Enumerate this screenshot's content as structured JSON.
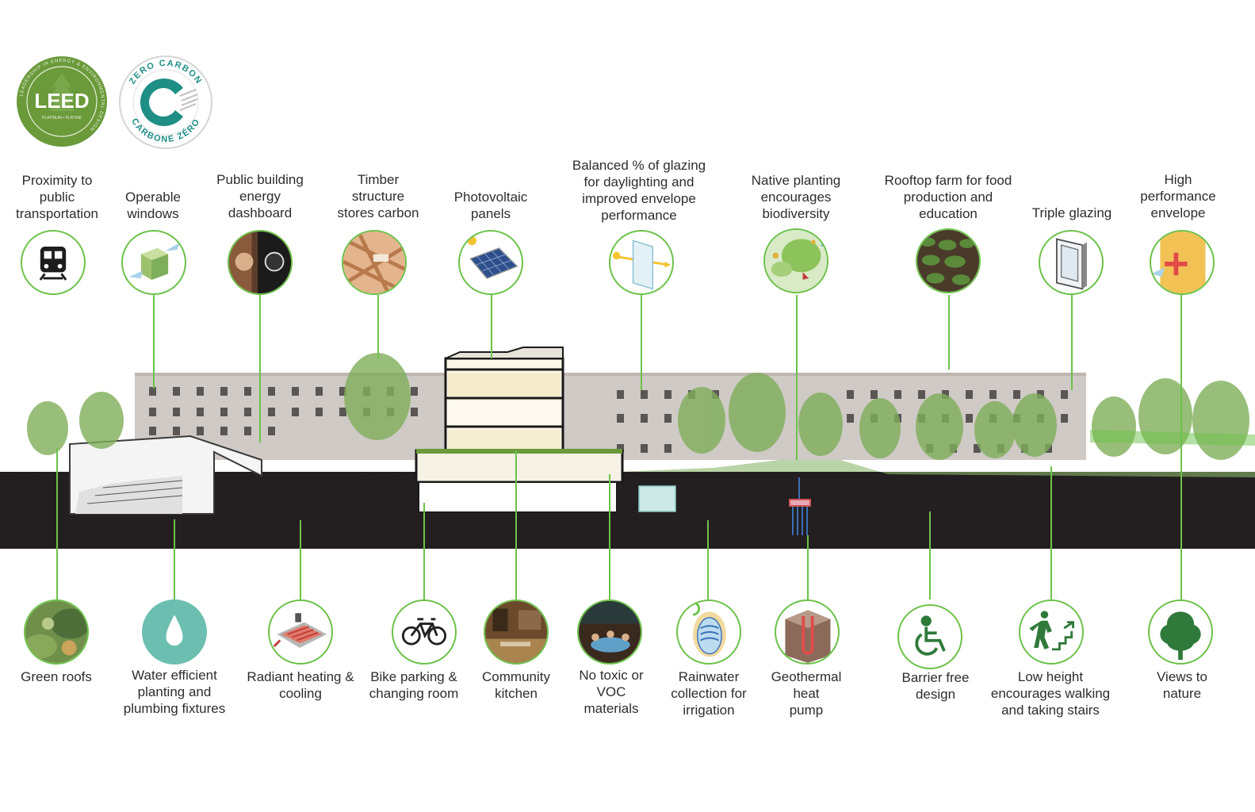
{
  "badges": {
    "leed": {
      "word": "LEED",
      "ring_text": "LEADERSHIP IN ENERGY & ENVIRONMENTAL DESIGN",
      "sub_text": "PLATINUM • PLATINE",
      "color": "#6a9a3a"
    },
    "zero_carbon": {
      "top_text": "ZERO CARBON",
      "bottom_text": "CARBONE ZÉRO",
      "color": "#1f8f86"
    }
  },
  "features_top": [
    {
      "id": "transport",
      "label": "Proximity to\npublic\ntransportation",
      "icon": "train-icon"
    },
    {
      "id": "windows",
      "label": "Operable\nwindows",
      "icon": "window-block-icon"
    },
    {
      "id": "dashboard",
      "label": "Public building\nenergy\ndashboard",
      "icon": "dashboard-photo-icon"
    },
    {
      "id": "timber",
      "label": "Timber\nstructure\nstores carbon",
      "icon": "timber-photo-icon"
    },
    {
      "id": "pv",
      "label": "Photovoltaic\npanels",
      "icon": "solar-panel-icon"
    },
    {
      "id": "glazing_balance",
      "label": "Balanced % of glazing\nfor daylighting and\nimproved envelope\nperformance",
      "icon": "glass-sun-icon"
    },
    {
      "id": "planting",
      "label": "Native planting\nencourages\nbiodiversity",
      "icon": "bee-plant-icon"
    },
    {
      "id": "rooftop_farm",
      "label": "Rooftop farm for food\nproduction and\neducation",
      "icon": "farm-photo-icon"
    },
    {
      "id": "triple_glazing",
      "label": "Triple glazing",
      "icon": "triple-glazing-icon"
    },
    {
      "id": "envelope",
      "label": "High\nperformance\nenvelope",
      "icon": "envelope-wall-icon"
    }
  ],
  "features_bottom": [
    {
      "id": "green_roofs",
      "label": "Green roofs",
      "icon": "green-roof-photo-icon"
    },
    {
      "id": "water",
      "label": "Water efficient\nplanting and\nplumbing fixtures",
      "icon": "water-drop-icon"
    },
    {
      "id": "radiant",
      "label": "Radiant heating &\ncooling",
      "icon": "radiant-slab-icon"
    },
    {
      "id": "bike",
      "label": "Bike parking &\nchanging room",
      "icon": "bicycle-icon"
    },
    {
      "id": "kitchen",
      "label": "Community\nkitchen",
      "icon": "kitchen-photo-icon"
    },
    {
      "id": "voc",
      "label": "No toxic or\nVOC\nmaterials",
      "icon": "interior-photo-icon"
    },
    {
      "id": "rainwater",
      "label": "Rainwater\ncollection for\nirrigation",
      "icon": "cistern-icon"
    },
    {
      "id": "geothermal",
      "label": "Geothermal\nheat\npump",
      "icon": "geothermal-icon"
    },
    {
      "id": "barrier_free",
      "label": "Barrier free\ndesign",
      "icon": "wheelchair-icon"
    },
    {
      "id": "stairs",
      "label": "Low height\nencourages walking\nand taking stairs",
      "icon": "stairs-walker-icon"
    },
    {
      "id": "views",
      "label": "Views to\nnature",
      "icon": "tree-icon"
    }
  ],
  "colors": {
    "accent": "#6cc24a",
    "ground": "#231f20",
    "facade": "#cfcac6",
    "tree": "#7fae5a",
    "water": "#cde9e6"
  }
}
